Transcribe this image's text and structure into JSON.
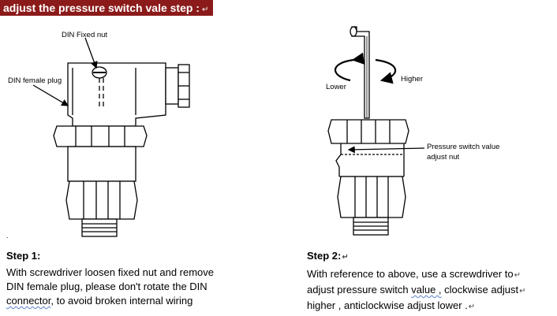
{
  "header": {
    "title": "adjust the pressure switch vale step :",
    "mark": "↵"
  },
  "left_figure": {
    "label_din_fixed_nut": "DIN Fixed nut",
    "label_din_female_plug": "DIN female plug"
  },
  "right_figure": {
    "label_lower": "Lower",
    "label_higher": "Higher",
    "label_value_line1": "Pressure switch value",
    "label_value_line2": "adjust nut"
  },
  "stray_mark": ".",
  "step1": {
    "heading": "Step 1:",
    "line1": "With screwdriver loosen fixed nut and remove",
    "line2": "DIN female plug, please don't rotate the DIN",
    "line3_a": "connector",
    "line3_b": ", to avoid broken internal wiring"
  },
  "step2": {
    "heading": "Step 2:",
    "heading_mark": "↵",
    "line1": "With reference to above, use a screwdriver to",
    "line1_mark": "↵",
    "line2_a": "adjust pressure switch ",
    "line2_b": "value ,",
    "line2_c": " clockwise adjust",
    "line2_mark": "↵",
    "line3": "higher , anticlockwise adjust lower .",
    "line3_mark": "↵"
  }
}
